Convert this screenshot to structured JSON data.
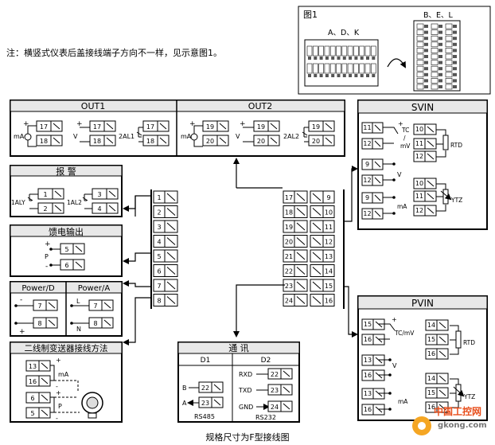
{
  "note": "注：横竖式仪表后盖接线端子方向不一样，见示意图1。",
  "figure": {
    "label": "图1",
    "group_a": "A、D、K",
    "group_b": "B、E、L"
  },
  "out1": {
    "title": "OUT1",
    "ma_label": "mA",
    "v_label": "V",
    "al_label": "2AL1",
    "t1": "17",
    "t2": "18",
    "t3": "17",
    "t4": "18",
    "t5": "17",
    "t6": "18"
  },
  "out2": {
    "title": "OUT2",
    "ma_label": "mA",
    "v_label": "V",
    "al_label": "2AL2",
    "t1": "19",
    "t2": "20",
    "t3": "19",
    "t4": "20",
    "t5": "19",
    "t6": "20"
  },
  "alarm": {
    "title": "报  警",
    "al1": "1ALY",
    "al2": "1AL2",
    "t1": "1",
    "t2": "2",
    "t3": "3",
    "t4": "4"
  },
  "feed": {
    "title": "馈电输出",
    "p_label": "P",
    "t1": "5",
    "t2": "6"
  },
  "power_d": {
    "title": "Power/D",
    "t1": "7",
    "t2": "8"
  },
  "power_a": {
    "title": "Power/A",
    "l_label": "L",
    "n_label": "N",
    "t1": "7",
    "t2": "8"
  },
  "transmitter": {
    "title": "二线制变送器接线方法",
    "ma_label": "mA",
    "p_label": "P",
    "t1": "13",
    "t2": "16",
    "t3": "6",
    "t4": "5"
  },
  "center": {
    "left": [
      "1",
      "2",
      "3",
      "4",
      "5",
      "6",
      "7",
      "8"
    ],
    "right_a": [
      "17",
      "18",
      "19",
      "20",
      "21",
      "22",
      "23",
      "24"
    ],
    "right_b": [
      "9",
      "10",
      "11",
      "12",
      "13",
      "14",
      "15",
      "16"
    ]
  },
  "svin": {
    "title": "SVIN",
    "tc_label": "TC",
    "slash": "/",
    "mv_label": "mV",
    "rtd_label": "RTD",
    "v_label": "V",
    "ma_label": "mA",
    "ytz_label": "YTZ",
    "t1": "11",
    "t2": "12",
    "t3": "10",
    "t4": "11",
    "t5": "12",
    "t6": "9",
    "t7": "12",
    "t8": "10",
    "t9": "11",
    "t10": "12",
    "t11": "9",
    "t12": "12"
  },
  "pvin": {
    "title": "PVIN",
    "tcmv_label": "TC/mV",
    "rtd_label": "RTD",
    "v_label": "V",
    "ma_label": "mA",
    "ytz_label": "YTZ",
    "t1": "15",
    "t2": "16",
    "t3": "14",
    "t4": "15",
    "t5": "16",
    "t6": "13",
    "t7": "16",
    "t8": "14",
    "t9": "15",
    "t10": "16",
    "t11": "13",
    "t12": "16"
  },
  "comm": {
    "title": "通    讯",
    "d1": "D1",
    "d2": "D2",
    "b_label": "B",
    "a_label": "A",
    "rxd": "RXD",
    "txd": "TXD",
    "gnd": "GND",
    "rs485": "RS485",
    "rs232": "RS232",
    "t1": "22",
    "t2": "23",
    "t3": "22",
    "t4": "23",
    "t5": "24"
  },
  "caption": "规格尺寸为F型接线图",
  "watermark": {
    "cn": "中国工控网",
    "url": "gkong.com"
  }
}
